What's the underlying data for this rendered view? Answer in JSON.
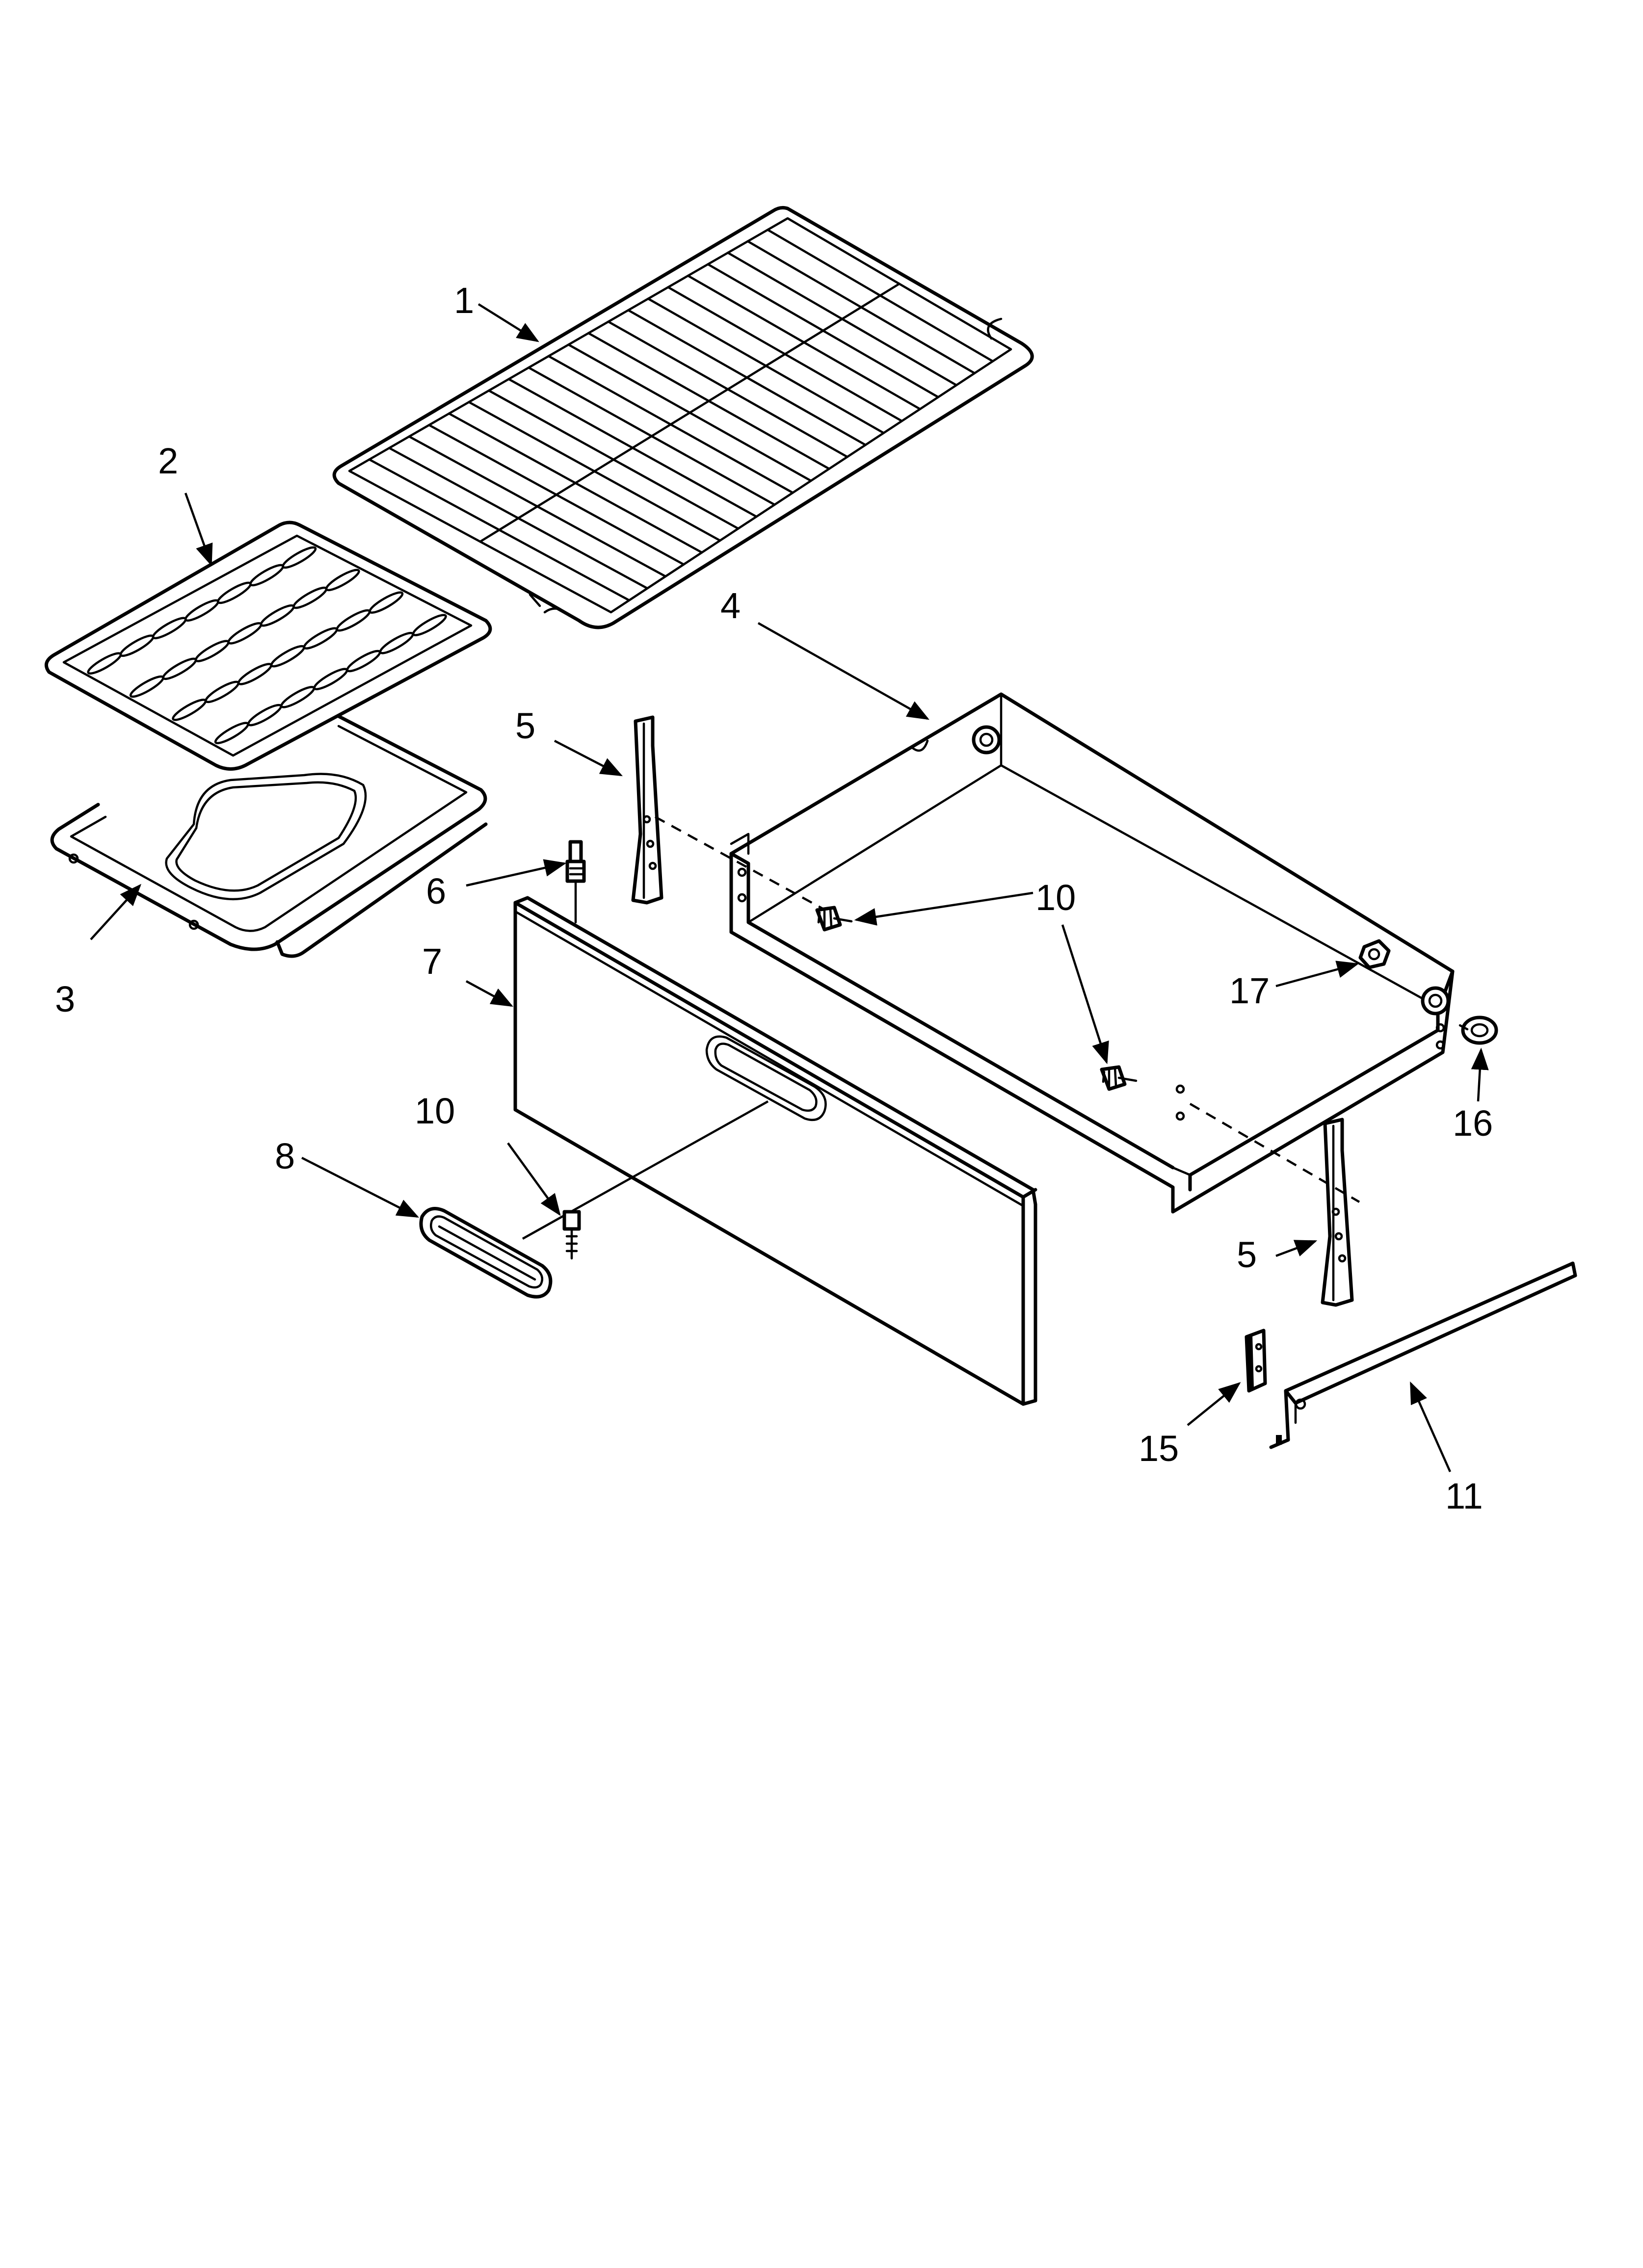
{
  "diagram": {
    "callouts": [
      {
        "id": "c1",
        "text": "1"
      },
      {
        "id": "c2",
        "text": "2"
      },
      {
        "id": "c3",
        "text": "3"
      },
      {
        "id": "c4",
        "text": "4"
      },
      {
        "id": "c5a",
        "text": "5"
      },
      {
        "id": "c5b",
        "text": "5"
      },
      {
        "id": "c6",
        "text": "6"
      },
      {
        "id": "c7",
        "text": "7"
      },
      {
        "id": "c8",
        "text": "8"
      },
      {
        "id": "c10a",
        "text": "10"
      },
      {
        "id": "c10b",
        "text": "10"
      },
      {
        "id": "c11",
        "text": "11"
      },
      {
        "id": "c15",
        "text": "15"
      },
      {
        "id": "c16",
        "text": "16"
      },
      {
        "id": "c17",
        "text": "17"
      }
    ]
  }
}
